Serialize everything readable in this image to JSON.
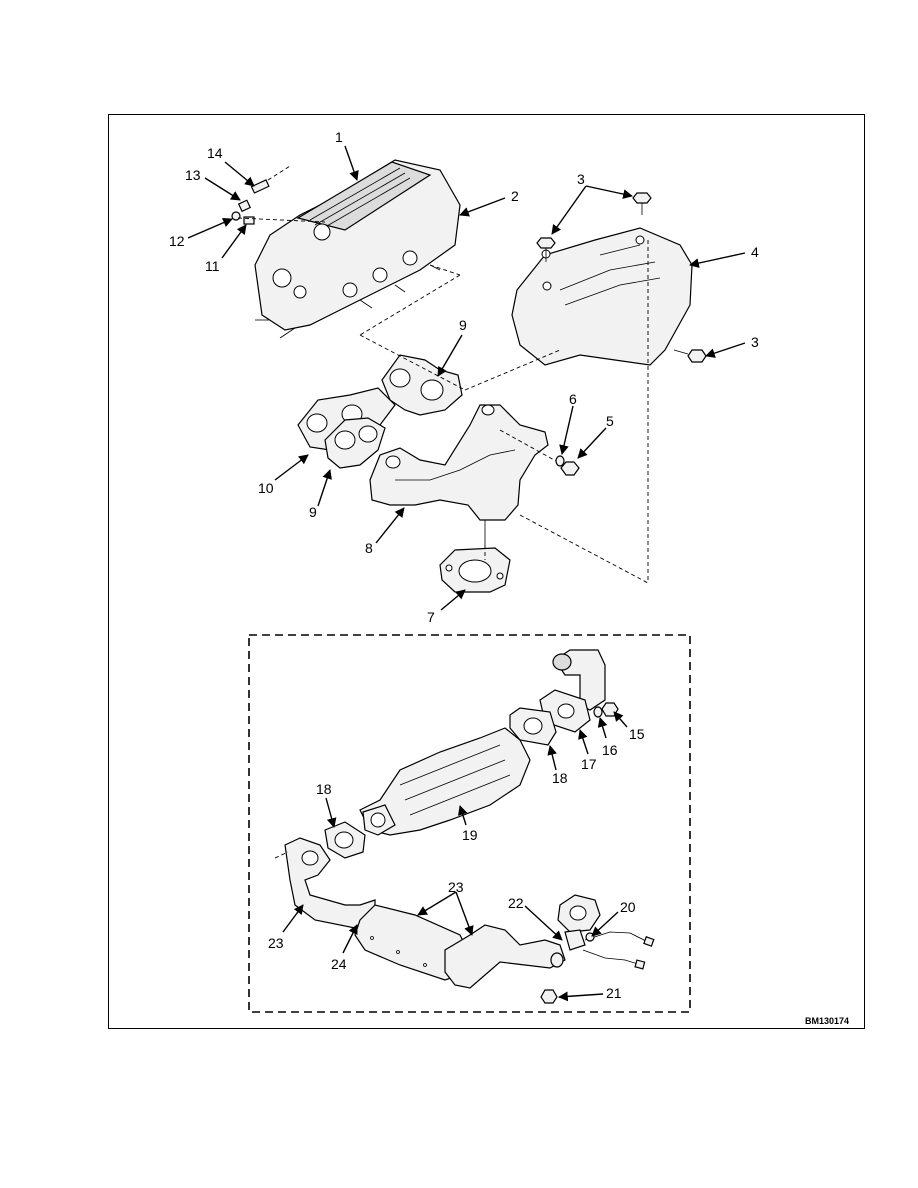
{
  "figure_id": "BM130174",
  "callouts": {
    "c1": "1",
    "c2": "2",
    "c3a": "3",
    "c3b": "3",
    "c4": "4",
    "c5": "5",
    "c6": "6",
    "c7": "7",
    "c8": "8",
    "c9a": "9",
    "c9b": "9",
    "c10": "10",
    "c11": "11",
    "c12": "12",
    "c13": "13",
    "c14": "14",
    "c15": "15",
    "c16": "16",
    "c17": "17",
    "c18a": "18",
    "c18b": "18",
    "c19": "19",
    "c20": "20",
    "c21": "21",
    "c22": "22",
    "c23a": "23",
    "c23b": "23",
    "c24": "24"
  }
}
